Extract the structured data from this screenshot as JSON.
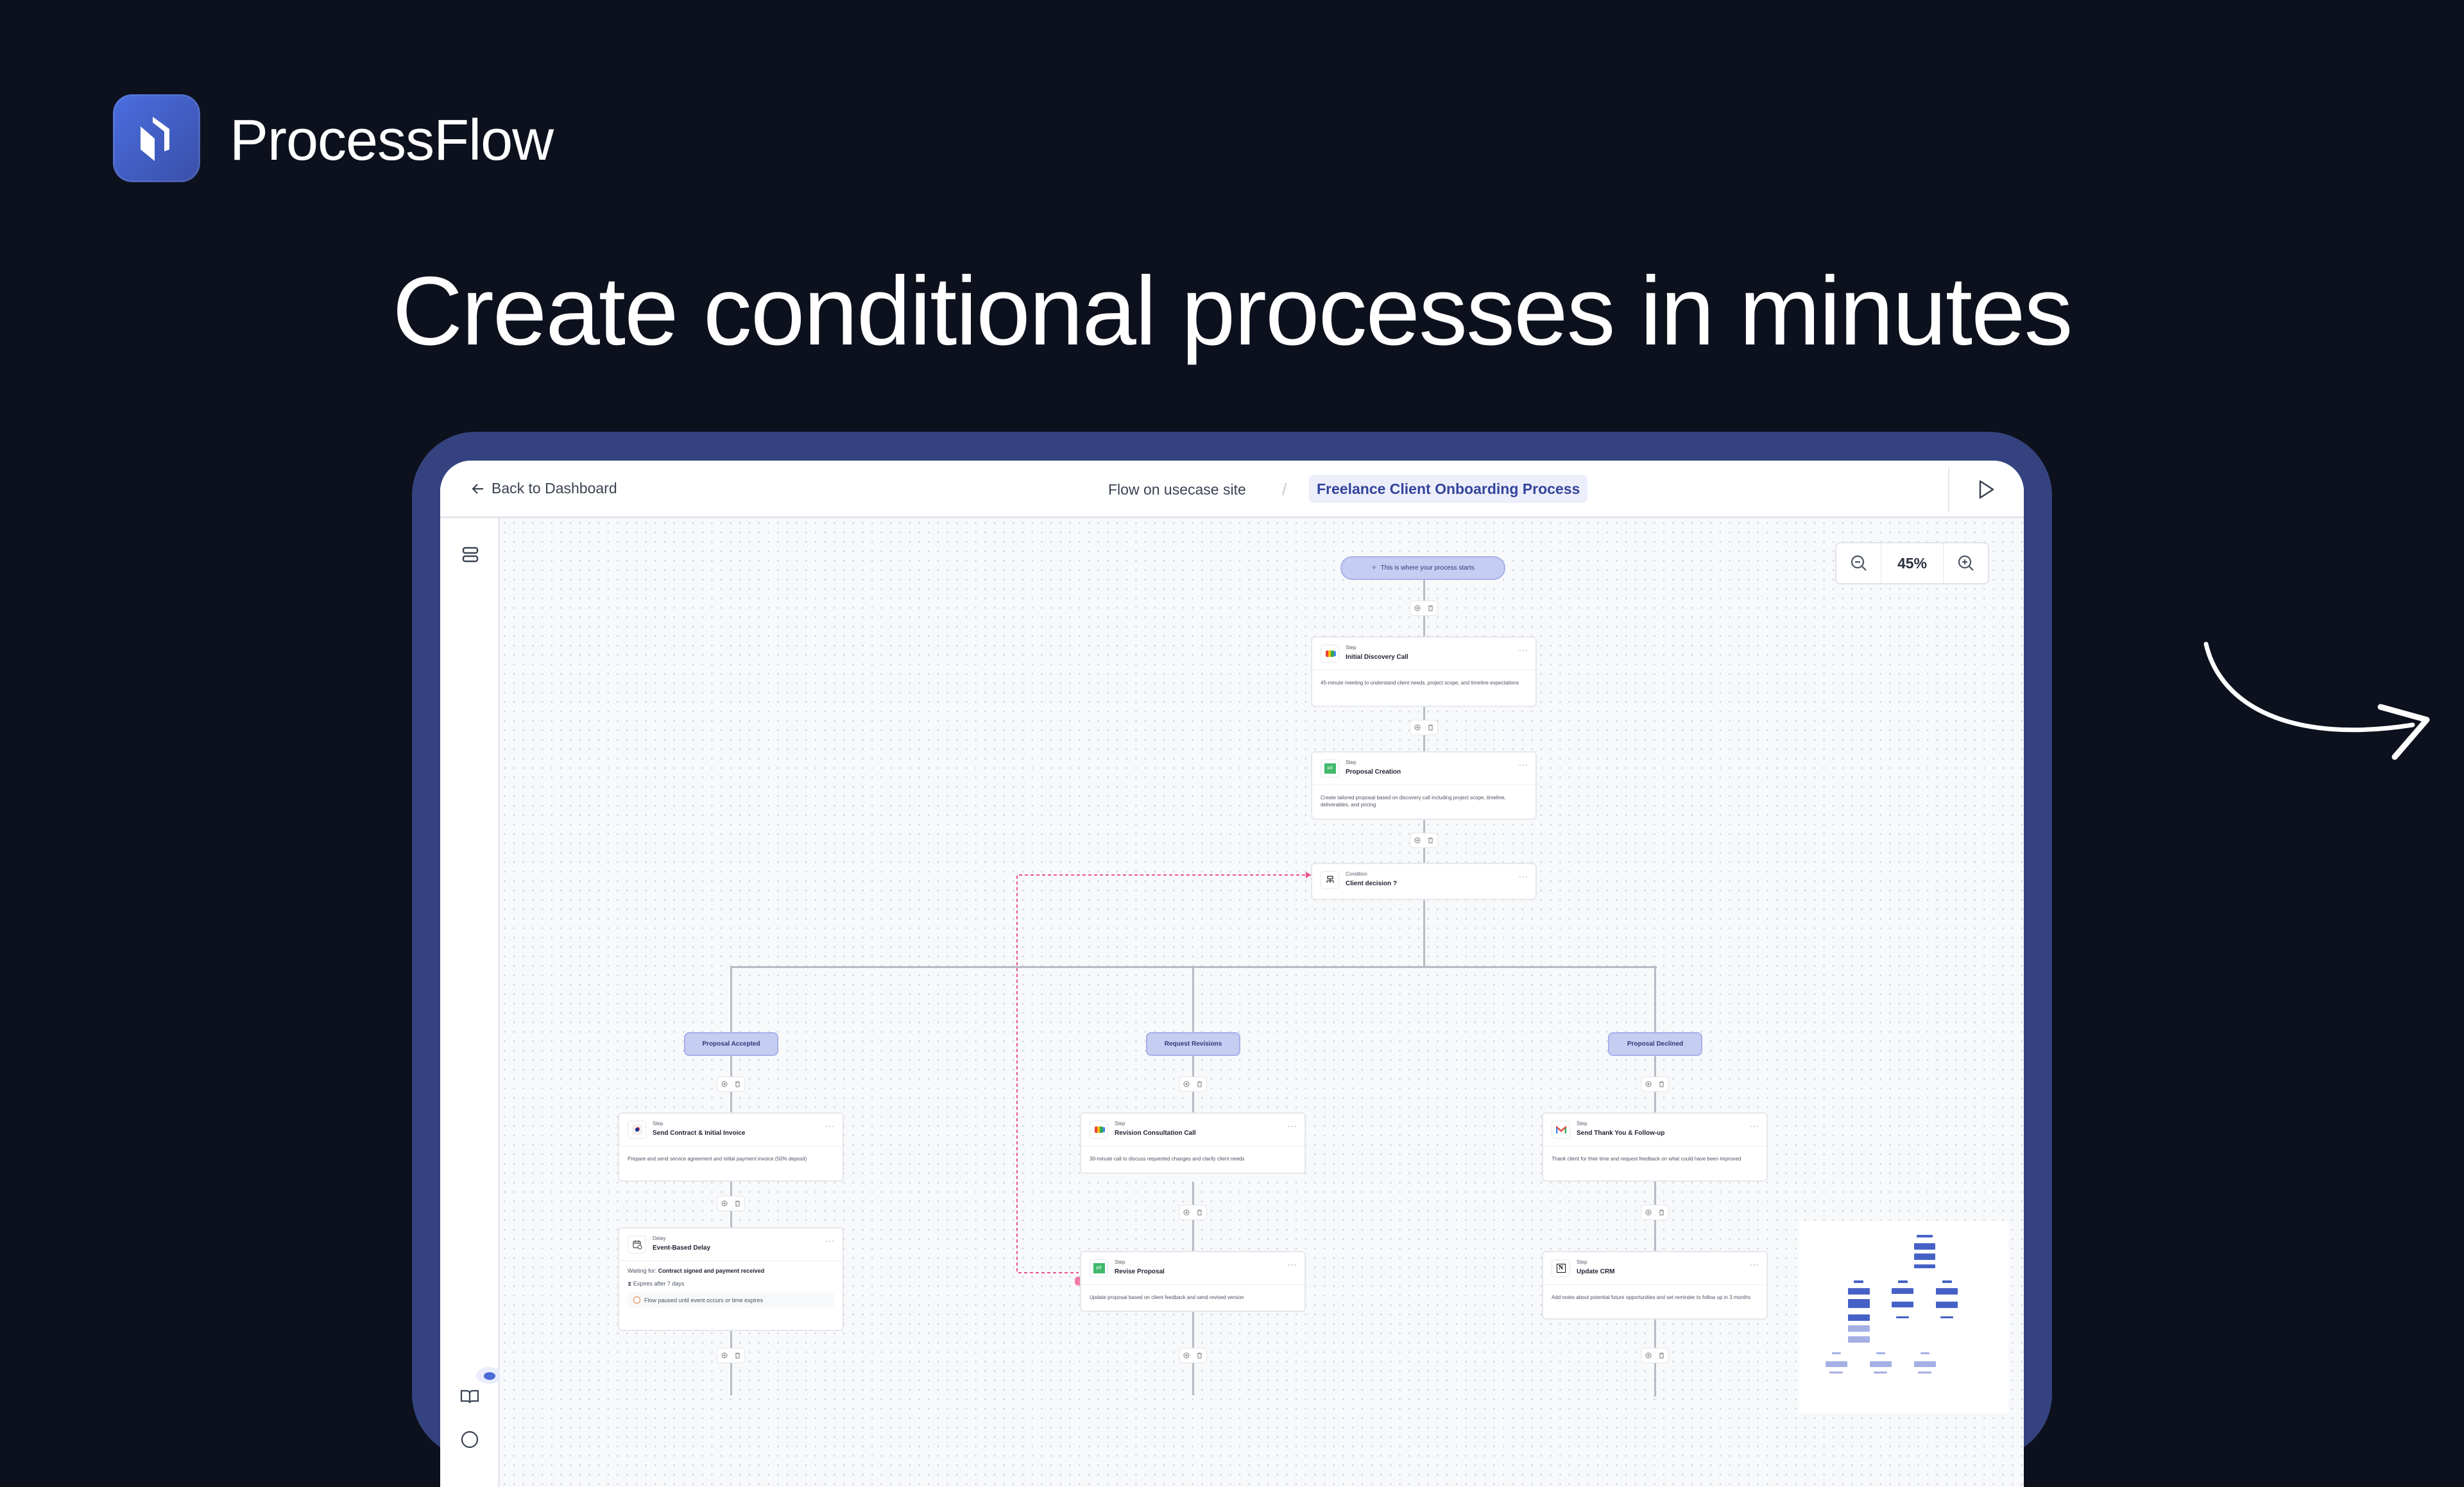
{
  "brand": {
    "name": "ProcessFlow"
  },
  "headline": "Create conditional processes in minutes",
  "header": {
    "back_label": "Back to Dashboard",
    "breadcrumb": [
      "Flow on usecase site",
      "Freelance Client Onboarding Process"
    ],
    "separator": "/"
  },
  "zoom": {
    "level": "45%"
  },
  "canvas": {
    "start_label": "This is where your process starts",
    "nodes": [
      {
        "kind": "Step",
        "title": "Initial Discovery Call",
        "description": "45-minute meeting to understand client needs, project scope, and timeline expectations",
        "icon": "google-meet-icon"
      },
      {
        "kind": "Step",
        "title": "Proposal Creation",
        "description": "Create tailored proposal based on discovery call including project scope, timeline, deliverables, and pricing",
        "icon": "pandadoc-icon"
      },
      {
        "kind": "Condition",
        "title": "Client decision ?",
        "icon": "condition-icon"
      }
    ],
    "branches": [
      {
        "label": "Proposal Accepted",
        "nodes": [
          {
            "kind": "Step",
            "title": "Send Contract & Initial Invoice",
            "description": "Prepare and send service agreement and initial payment invoice (50% deposit)",
            "icon": "contract-app-icon"
          },
          {
            "kind": "Delay",
            "title": "Event-Based Delay",
            "waiting_label": "Waiting for:",
            "waiting_value": "Contract signed and payment received",
            "expires": "Expires after 7 days",
            "notice": "Flow paused until event occurs or time expires",
            "icon": "calendar-clock-icon"
          }
        ]
      },
      {
        "label": "Request Revisions",
        "nodes": [
          {
            "kind": "Step",
            "title": "Revision Consultation Call",
            "description": "30-minute call to discuss requested changes and clarify client needs",
            "icon": "google-meet-icon"
          },
          {
            "kind": "Step",
            "title": "Revise Proposal",
            "description": "Update proposal based on client feedback and send revised version",
            "icon": "pandadoc-icon"
          }
        ]
      },
      {
        "label": "Proposal Declined",
        "nodes": [
          {
            "kind": "Step",
            "title": "Send Thank You & Follow-up",
            "description": "Thank client for their time and request feedback on what could have been improved",
            "icon": "gmail-icon"
          },
          {
            "kind": "Step",
            "title": "Update CRM",
            "description": "Add notes about potential future opportunities and set reminder to follow up in 3 months",
            "icon": "notion-icon"
          }
        ]
      }
    ]
  },
  "colors": {
    "frame": "#34437f",
    "accent": "#4661c6",
    "pill_bg": "#c6cdf2",
    "loop_line": "#e8548a",
    "background": "#0d111d"
  }
}
